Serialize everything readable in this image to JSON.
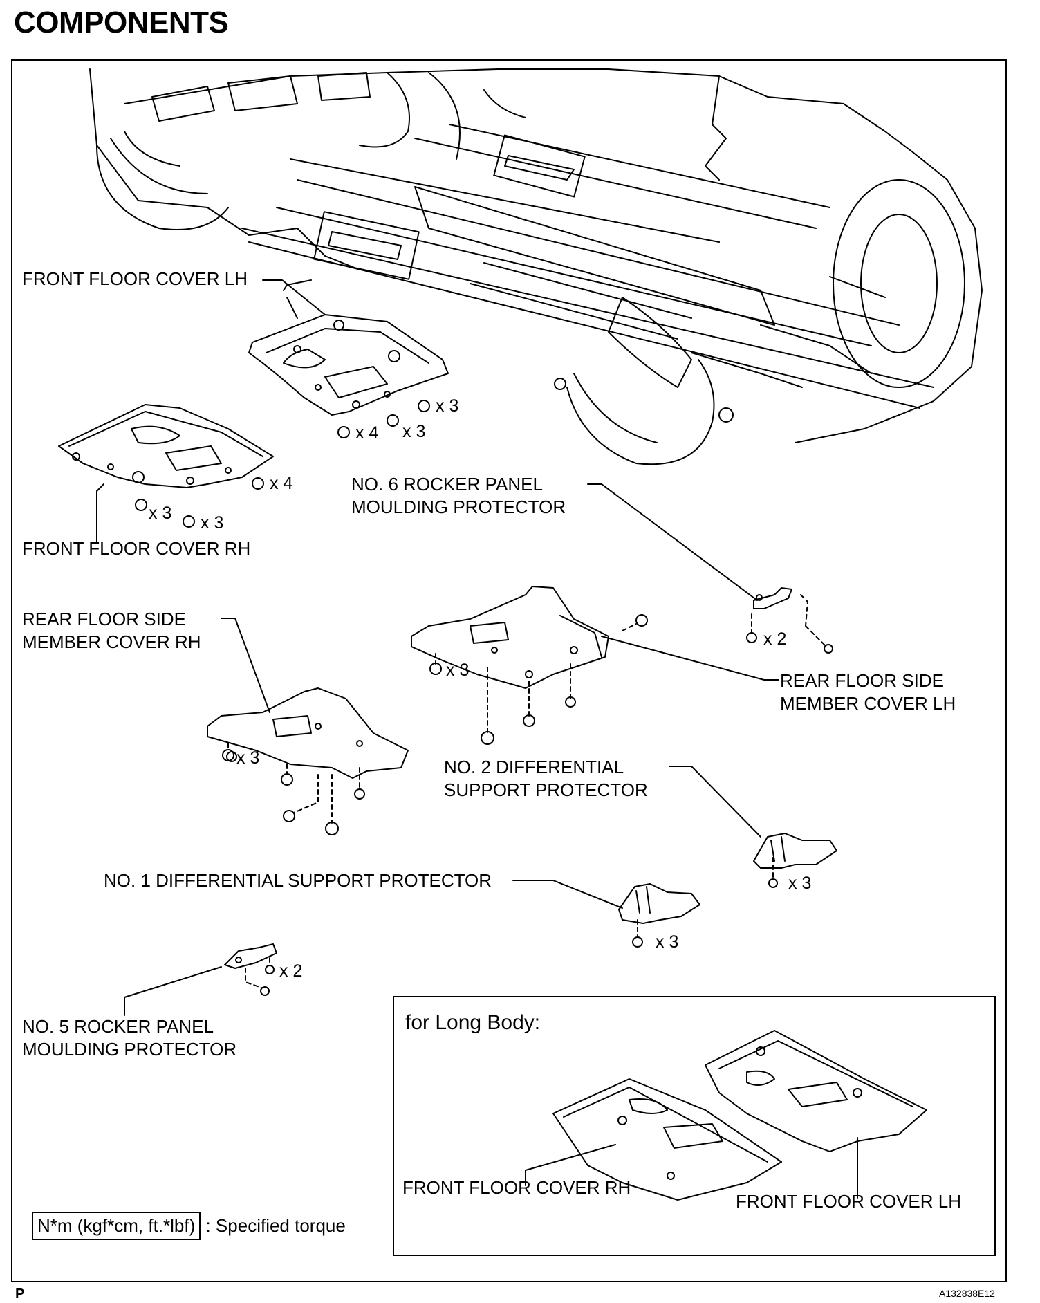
{
  "header": {
    "title": "COMPONENTS"
  },
  "labels": {
    "front_floor_cover_lh": "FRONT FLOOR COVER LH",
    "front_floor_cover_rh": "FRONT FLOOR COVER RH",
    "no6_line1": "NO. 6 ROCKER PANEL",
    "no6_line2": "MOULDING PROTECTOR",
    "rear_rh_line1": "REAR FLOOR SIDE",
    "rear_rh_line2": "MEMBER COVER RH",
    "rear_lh_line1": "REAR FLOOR SIDE",
    "rear_lh_line2": "MEMBER COVER LH",
    "no2_line1": "NO. 2 DIFFERENTIAL",
    "no2_line2": "SUPPORT PROTECTOR",
    "no1": "NO. 1 DIFFERENTIAL SUPPORT PROTECTOR",
    "no5_line1": "NO. 5 ROCKER PANEL",
    "no5_line2": "MOULDING PROTECTOR"
  },
  "quantities": {
    "lh_x3_a": "x 3",
    "lh_x4": "x 4",
    "lh_x3_b": "x 3",
    "rh_x4": "x 4",
    "rh_x3_a": "x 3",
    "rh_x3_b": "x 3",
    "no6_x2": "x 2",
    "rear_lh_x3": "x 3",
    "rear_rh_x3": "x 3",
    "no2_x3": "x 3",
    "no1_x3": "x 3",
    "no5_x2": "x 2"
  },
  "inset": {
    "title": "for Long Body:",
    "label_rh": "FRONT FLOOR COVER RH",
    "label_lh": "FRONT FLOOR COVER LH"
  },
  "legend": {
    "torque_unit": "N*m (kgf*cm, ft.*lbf)",
    "torque_desc": ": Specified torque"
  },
  "footer": {
    "page_letter": "P",
    "figure_id": "A132838E12"
  }
}
